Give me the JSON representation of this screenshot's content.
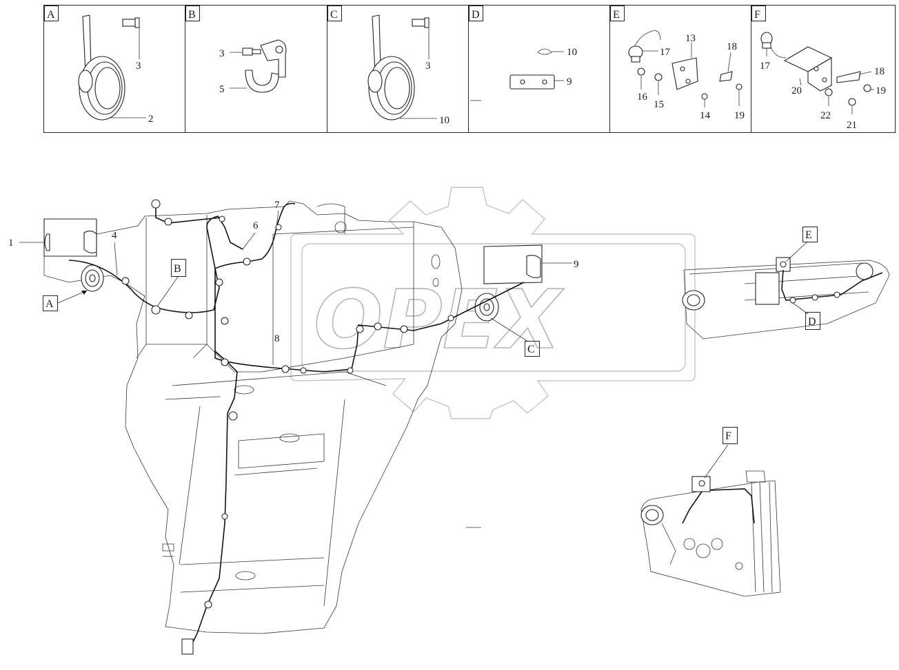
{
  "watermark": {
    "text": "OPEX"
  },
  "detail_panels": [
    {
      "id": "A",
      "callouts": [
        "3",
        "2"
      ]
    },
    {
      "id": "B",
      "callouts": [
        "3",
        "5"
      ]
    },
    {
      "id": "C",
      "callouts": [
        "3",
        "10"
      ]
    },
    {
      "id": "D",
      "callouts": [
        "10",
        "9"
      ]
    },
    {
      "id": "E",
      "callouts": [
        "17",
        "13",
        "18",
        "16",
        "15",
        "14",
        "19"
      ]
    },
    {
      "id": "F",
      "callouts": [
        "17",
        "18",
        "20",
        "19",
        "22",
        "21"
      ]
    }
  ],
  "main_view": {
    "callouts": [
      "1",
      "4",
      "6",
      "7",
      "8",
      "9"
    ],
    "view_markers": [
      "A",
      "B",
      "C"
    ]
  },
  "inset_views": [
    {
      "id": "E-D",
      "markers": [
        "E",
        "D"
      ]
    },
    {
      "id": "F",
      "markers": [
        "F"
      ]
    }
  ]
}
